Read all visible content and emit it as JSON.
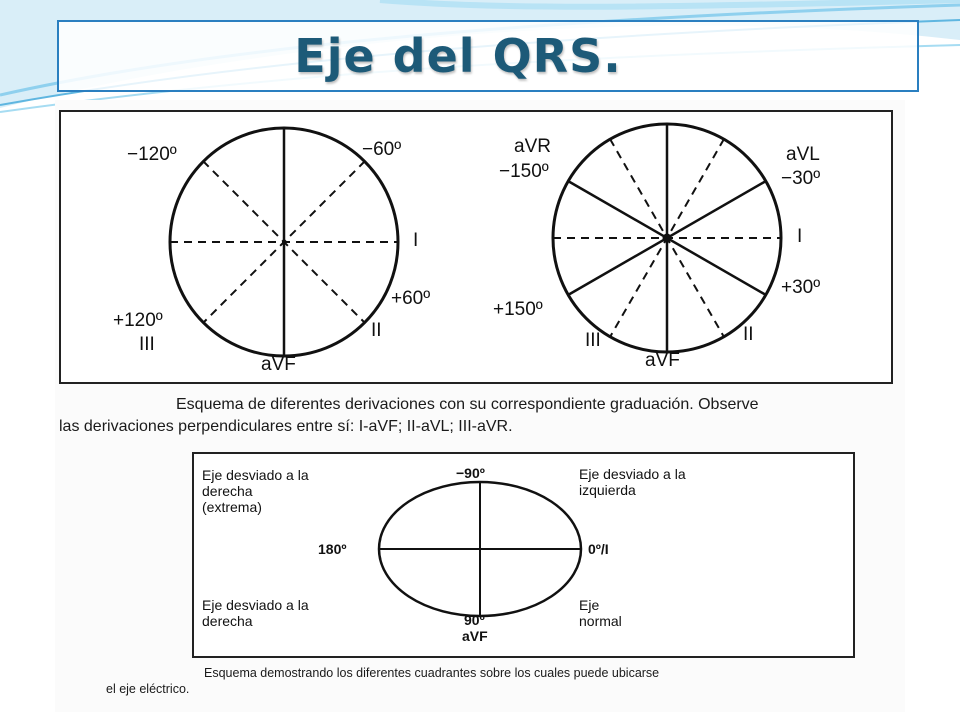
{
  "slide": {
    "title": "Eje del QRS."
  },
  "diagram1": {
    "left_circle": {
      "labels": {
        "minus120": "−120º",
        "minus60": "−60º",
        "lead_I": "I",
        "plus60": "+60º",
        "lead_II": "II",
        "plus120": "+120º",
        "lead_III": "III",
        "aVF": "aVF"
      }
    },
    "right_circle": {
      "labels": {
        "aVR": "aVR",
        "minus150": "−150º",
        "aVL": "aVL",
        "minus30": "−30º",
        "lead_I": "I",
        "plus30": "+30º",
        "plus150": "+150º",
        "lead_III": "III",
        "aVF": "aVF",
        "lead_II": "II"
      }
    },
    "caption_line1": "Esquema de diferentes derivaciones con su correspondiente graduación. Observe",
    "caption_line2": "las derivaciones perpendiculares entre sí: I-aVF; II-aVL; III-aVR."
  },
  "diagram2": {
    "quadrants": {
      "top_left_1": "Eje desviado a la",
      "top_left_2": "derecha",
      "top_left_3": "(extrema)",
      "top_right_1": "Eje desviado a la",
      "top_right_2": "izquierda",
      "bottom_left_1": "Eje desviado a la",
      "bottom_left_2": "derecha",
      "bottom_right_1": "Eje",
      "bottom_right_2": "normal"
    },
    "axis_labels": {
      "top": "−90º",
      "left": "180º",
      "right": "0º/I",
      "bottom_deg": "90º",
      "bottom_lead": "aVF"
    },
    "caption_line1": "Esquema demostrando los diferentes cuadrantes sobre los cuales puede ubicarse",
    "caption_line2": "el eje eléctrico."
  },
  "colors": {
    "title_text": "#1d5a78",
    "title_border": "#2a7fc0",
    "swoosh": "#7fc8e8"
  }
}
